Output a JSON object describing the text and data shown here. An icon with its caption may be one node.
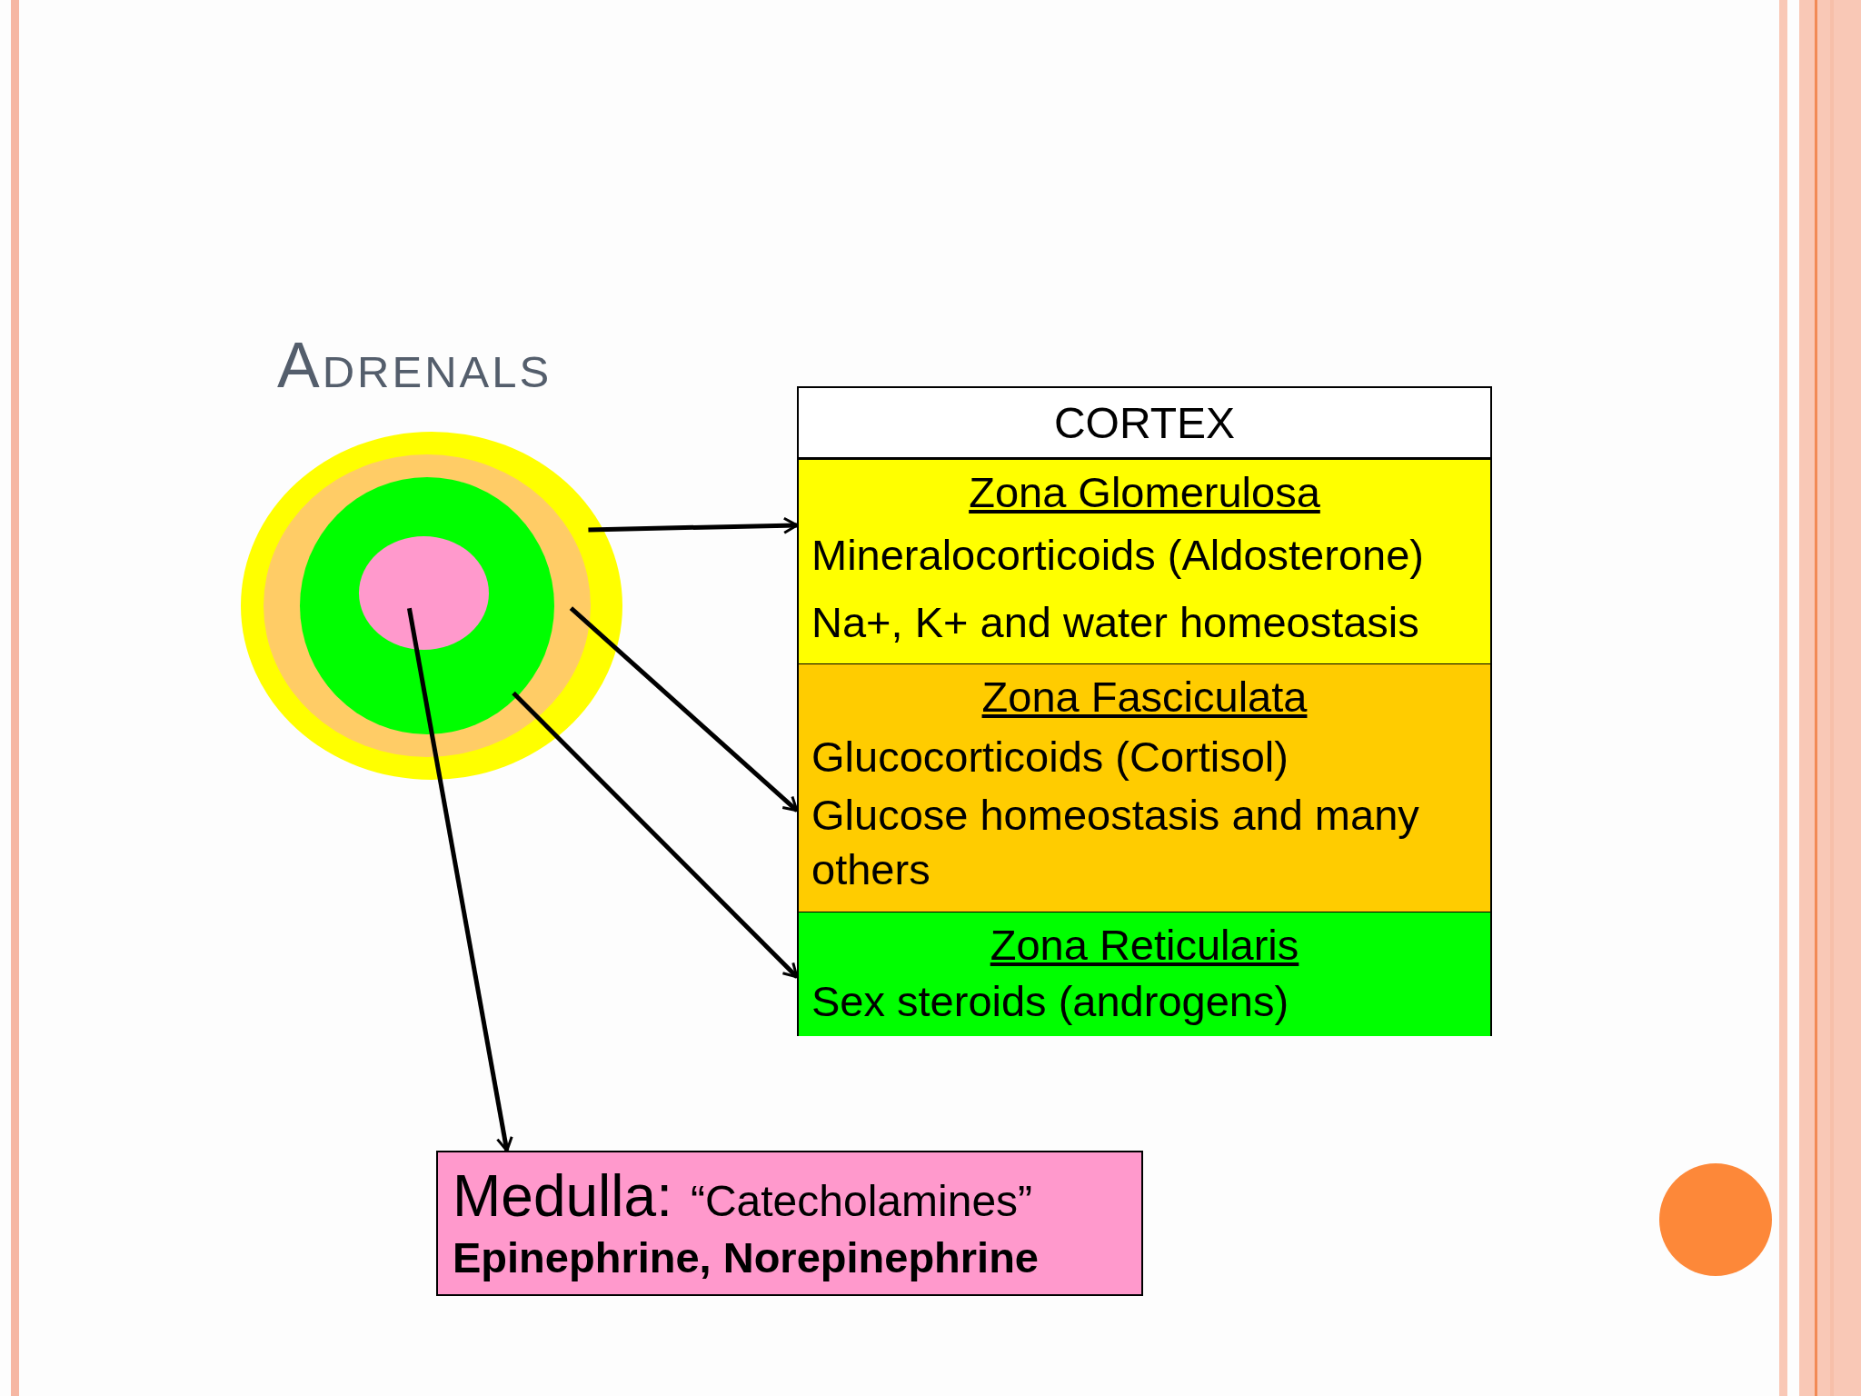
{
  "diagram": {
    "title": "Adrenals",
    "nodes": [
      {
        "text": [],
        "shape": "circle"
      },
      {
        "text": [],
        "shape": "circle",
        "in": 0
      },
      {
        "text": [],
        "shape": "circle",
        "in": 1
      },
      {
        "text": [],
        "shape": "circle",
        "in": 2
      },
      {
        "text": [
          "CORTEX"
        ]
      },
      {
        "text": [
          "Zona Glomerulosa",
          "Mineralocorticoids (Aldosterone)",
          "Na+, K+ and water homeostasis"
        ],
        "in": 4
      },
      {
        "text": [
          "Zona Fasciculata",
          "Glucocorticoids (Cortisol)",
          "Glucose homeostasis and many others"
        ],
        "in": 4
      },
      {
        "text": [
          "Zona Reticularis",
          "Sex steroids (androgens)"
        ],
        "in": 4
      },
      {
        "text": [
          "Medulla:",
          "“Catecholamines”",
          "Epinephrine, Norepinephrine"
        ]
      }
    ],
    "edges": [
      {
        "from": 0,
        "to": 5,
        "arrow": "to"
      },
      {
        "from": 1,
        "to": 6,
        "arrow": "to"
      },
      {
        "from": 2,
        "to": 7,
        "arrow": "to"
      },
      {
        "from": 3,
        "to": 8,
        "arrow": "to"
      }
    ]
  }
}
